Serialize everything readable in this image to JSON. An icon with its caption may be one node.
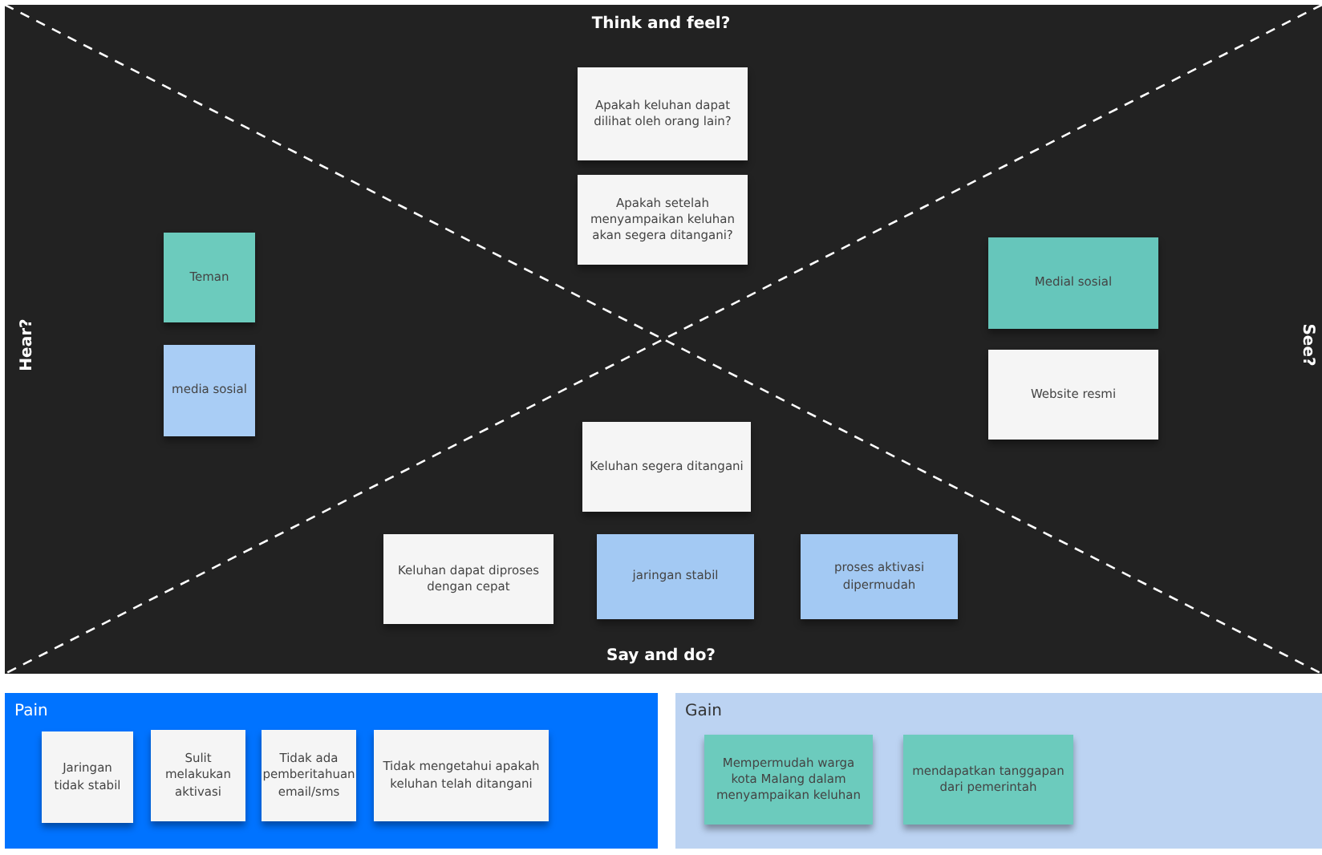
{
  "diagram": {
    "nodes": [
      {
        "text": [
          "Apakah keluhan dapat dilihat oleh orang lain?"
        ]
      },
      {
        "text": [
          "Apakah setelah menyampaikan keluhan akan segera ditangani?"
        ]
      },
      {
        "text": [
          "Teman"
        ]
      },
      {
        "text": [
          "media sosial"
        ]
      },
      {
        "text": [
          "Medial sosial"
        ]
      },
      {
        "text": [
          "Website resmi"
        ]
      },
      {
        "text": [
          "Keluhan segera ditangani"
        ]
      },
      {
        "text": [
          "Keluhan dapat diproses dengan cepat"
        ]
      },
      {
        "text": [
          "jaringan stabil"
        ]
      },
      {
        "text": [
          "proses aktivasi dipermudah"
        ]
      },
      {
        "text": [
          "Pain"
        ]
      },
      {
        "text": [
          "Jaringan tidak stabil"
        ],
        "in": 10
      },
      {
        "text": [
          "Sulit melakukan aktivasi"
        ],
        "in": 10
      },
      {
        "text": [
          "Tidak ada pemberitahuan email/sms"
        ],
        "in": 10
      },
      {
        "text": [
          "Tidak mengetahui apakah keluhan telah ditangani"
        ],
        "in": 10
      },
      {
        "text": [
          "Gain"
        ]
      },
      {
        "text": [
          "Mempermudah warga kota Malang dalam menyampaikan keluhan"
        ],
        "in": 15
      },
      {
        "text": [
          "mendapatkan tanggapan dari pemerintah"
        ],
        "in": 15
      }
    ],
    "edges": [],
    "labels": [
      "Think and feel?",
      "Hear?",
      "See?",
      "Say and do?"
    ]
  }
}
